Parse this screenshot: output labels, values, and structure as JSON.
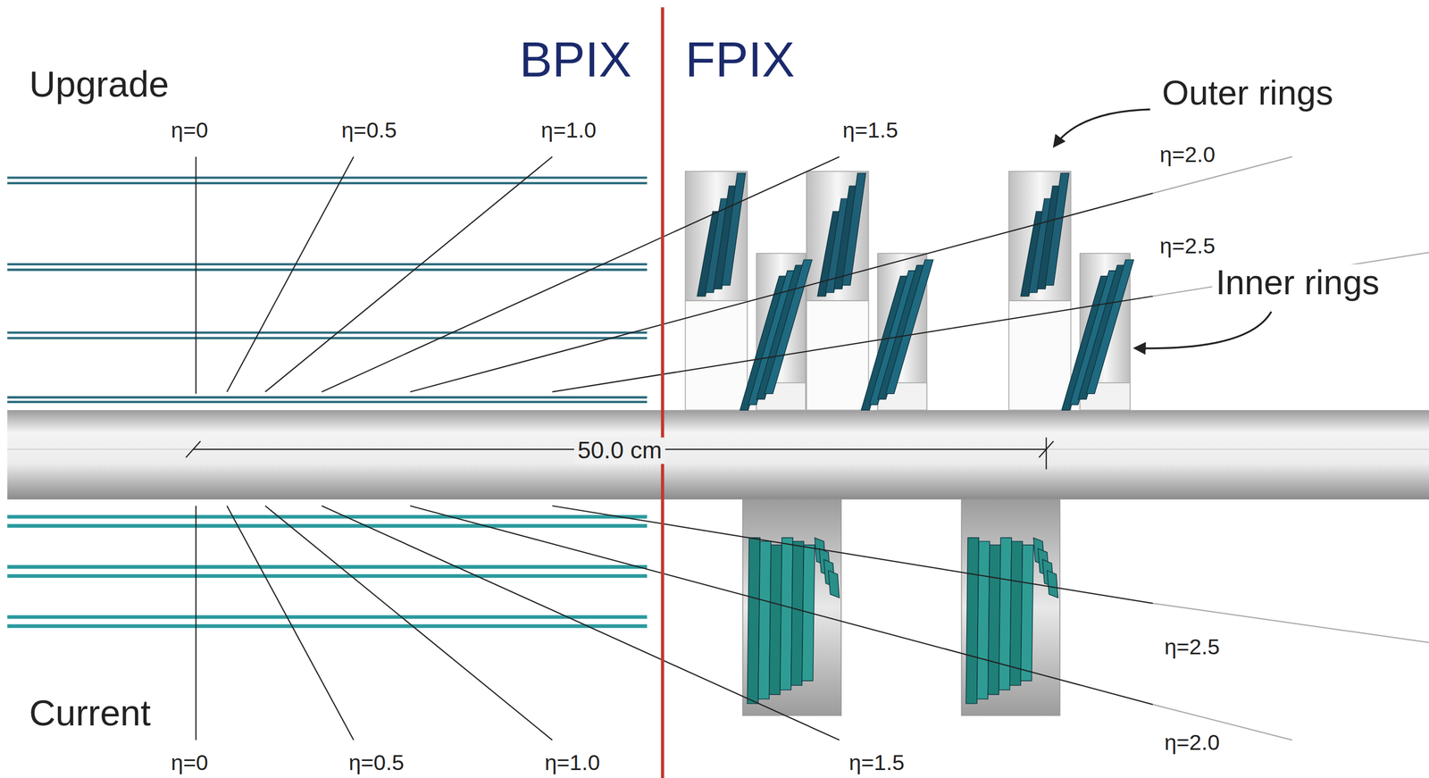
{
  "diagram": {
    "labels": [
      "Upgrade",
      "BPIX",
      "FPIX",
      "Outer rings",
      "η=0",
      "η=0.5",
      "η=1.0",
      "η=1.5",
      "η=2.0",
      "η=2.5",
      "Inner rings",
      "50.0 cm",
      "Current",
      "η=0",
      "η=0.5",
      "η=1.0",
      "η=1.5",
      "η=2.5",
      "η=2.0"
    ]
  }
}
